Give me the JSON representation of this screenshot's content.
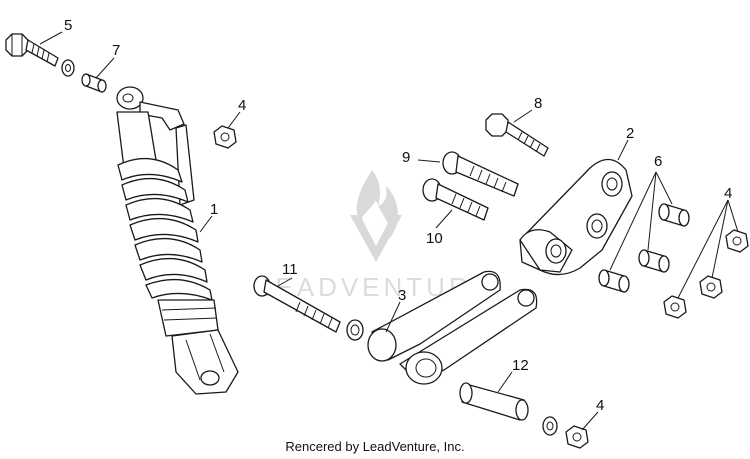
{
  "callouts": {
    "c1": "1",
    "c2": "2",
    "c3": "3",
    "c4a": "4",
    "c4b": "4",
    "c4c": "4",
    "c5": "5",
    "c6": "6",
    "c7": "7",
    "c8": "8",
    "c9": "9",
    "c10": "10",
    "c11": "11",
    "c12": "12"
  },
  "watermark": {
    "text": "LEADVENTURE"
  },
  "credit": "Rencered by LeadVenture, Inc."
}
